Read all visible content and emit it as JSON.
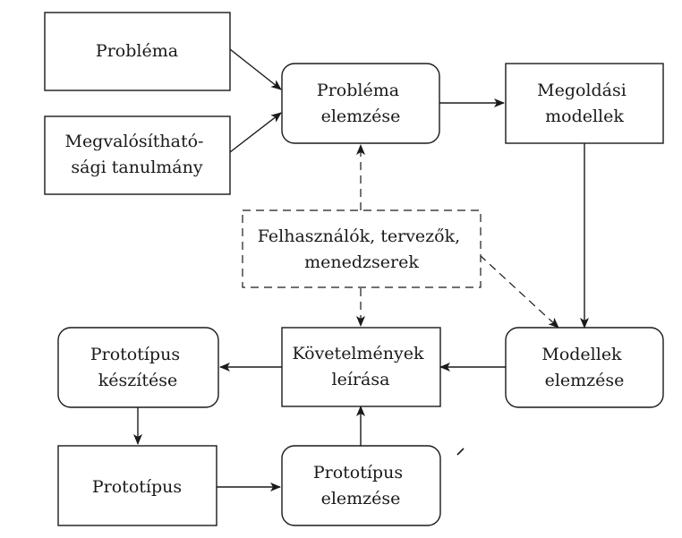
{
  "nodes": {
    "problema": {
      "lines": [
        "Probléma"
      ]
    },
    "megvalosithatosagi": {
      "lines": [
        "Megvalósítható-",
        "sági tanulmány"
      ]
    },
    "problema_elemzese": {
      "lines": [
        "Probléma",
        "elemzése"
      ]
    },
    "megoldasi_modellek": {
      "lines": [
        "Megoldási",
        "modellek"
      ]
    },
    "felhasznalok": {
      "lines": [
        "Felhasználók, tervezők,",
        "menedzserek"
      ]
    },
    "prototipus_keszitese": {
      "lines": [
        "Prototípus",
        "készítése"
      ]
    },
    "kovetelmenyek": {
      "lines": [
        "Követelmények",
        "leírása"
      ]
    },
    "modellek_elemzese": {
      "lines": [
        "Modellek",
        "elemzése"
      ]
    },
    "prototipus": {
      "lines": [
        "Prototípus"
      ]
    },
    "prototipus_elemzese": {
      "lines": [
        "Prototípus",
        "elemzése"
      ]
    }
  }
}
